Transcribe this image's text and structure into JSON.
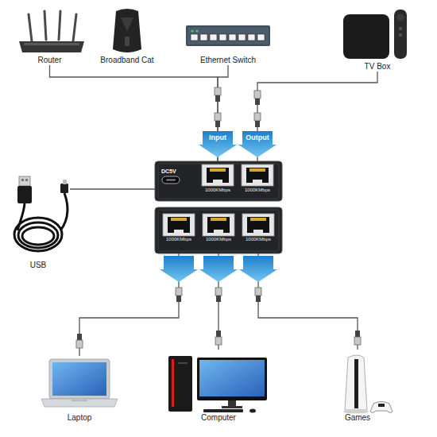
{
  "diagram": {
    "nodes": [
      {
        "text": [
          "Router"
        ]
      },
      {
        "text": [
          "Broadband Cat"
        ]
      },
      {
        "text": [
          "Ethernet Switch"
        ]
      },
      {
        "text": [
          "TV Box"
        ]
      },
      {
        "text": [
          "USB"
        ]
      },
      {
        "text": [
          "DC5V"
        ]
      },
      {
        "text": [
          "1000KMbps"
        ],
        "in": 5
      },
      {
        "text": [
          "1000KMbps"
        ],
        "in": 5
      },
      {
        "text": [
          "1000KMbps"
        ]
      },
      {
        "text": [
          "1000KMbps"
        ]
      },
      {
        "text": [
          "1000KMbps"
        ]
      },
      {
        "text": [
          "Laptop"
        ]
      },
      {
        "text": [
          "Computer"
        ]
      },
      {
        "text": [
          "Games"
        ]
      }
    ],
    "edges": [
      {
        "from": 0,
        "to": 6,
        "arrow": "none"
      },
      {
        "from": 2,
        "to": 6,
        "arrow": "none"
      },
      {
        "from": 3,
        "to": 7,
        "arrow": "none"
      },
      {
        "from": 4,
        "to": 5,
        "arrow": "none"
      },
      {
        "from": 8,
        "to": 11,
        "arrow": "none"
      },
      {
        "from": 9,
        "to": 12,
        "arrow": "none"
      },
      {
        "from": 10,
        "to": 13,
        "arrow": "none"
      }
    ],
    "labels": [
      "Input",
      "Output"
    ]
  }
}
